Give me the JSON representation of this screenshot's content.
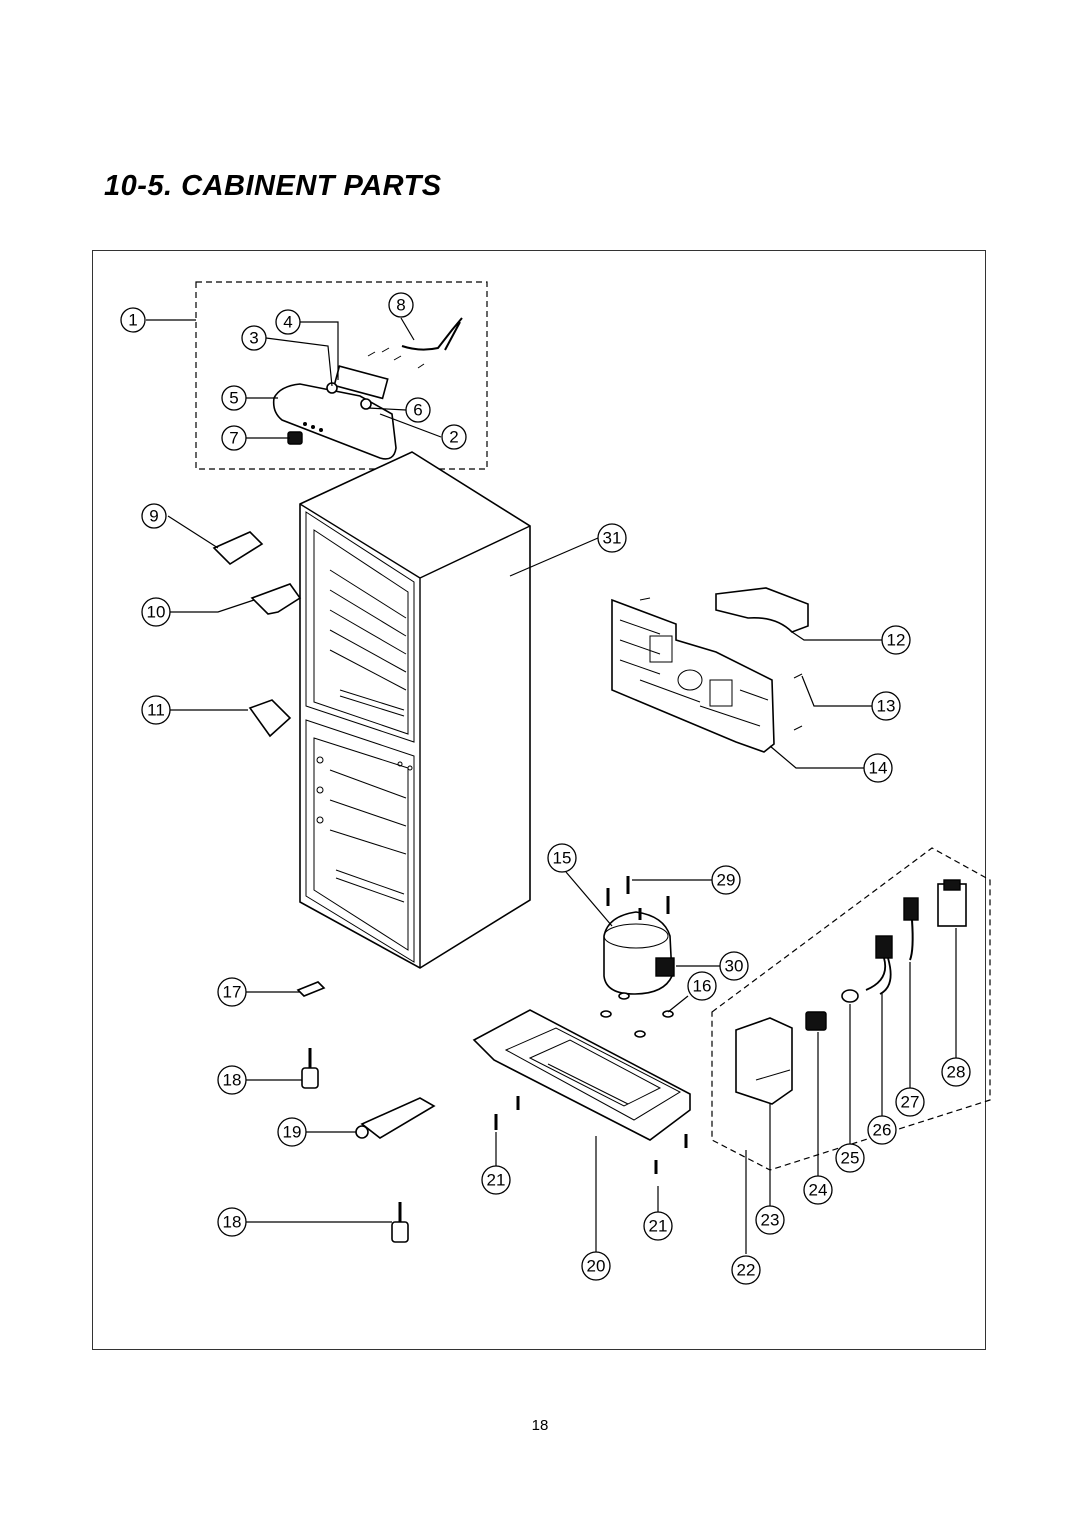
{
  "page": {
    "title": "10-5. CABINENT PARTS",
    "page_number": "18"
  },
  "callouts": [
    "1",
    "2",
    "3",
    "4",
    "5",
    "6",
    "7",
    "8",
    "9",
    "10",
    "11",
    "12",
    "13",
    "14",
    "15",
    "16",
    "17",
    "18",
    "18",
    "19",
    "20",
    "21",
    "21",
    "22",
    "23",
    "24",
    "25",
    "26",
    "27",
    "28",
    "29",
    "30",
    "31"
  ]
}
